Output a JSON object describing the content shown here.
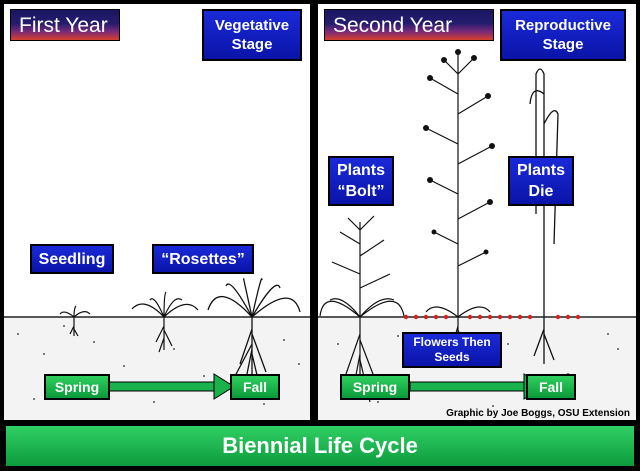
{
  "first_year": {
    "title": "First Year",
    "stage_line1": "Vegetative",
    "stage_line2": "Stage",
    "seedling": "Seedling",
    "rosettes": "“Rosettes”",
    "spring": "Spring",
    "fall": "Fall"
  },
  "second_year": {
    "title": "Second Year",
    "stage_line1": "Reproductive",
    "stage_line2": "Stage",
    "bolt_line1": "Plants",
    "bolt_line2": "“Bolt”",
    "die_line1": "Plants",
    "die_line2": "Die",
    "flowers_line1": "Flowers Then",
    "flowers_line2": "Seeds",
    "spring": "Spring",
    "fall": "Fall",
    "credit": "Graphic by Joe Boggs, OSU Extension"
  },
  "footer": {
    "title": "Biennial Life Cycle"
  },
  "colors": {
    "label_blue": "#0a14a8",
    "season_green": "#0c9a3a",
    "footer_green": "#0e9b3e",
    "seed_red": "#d42020"
  }
}
